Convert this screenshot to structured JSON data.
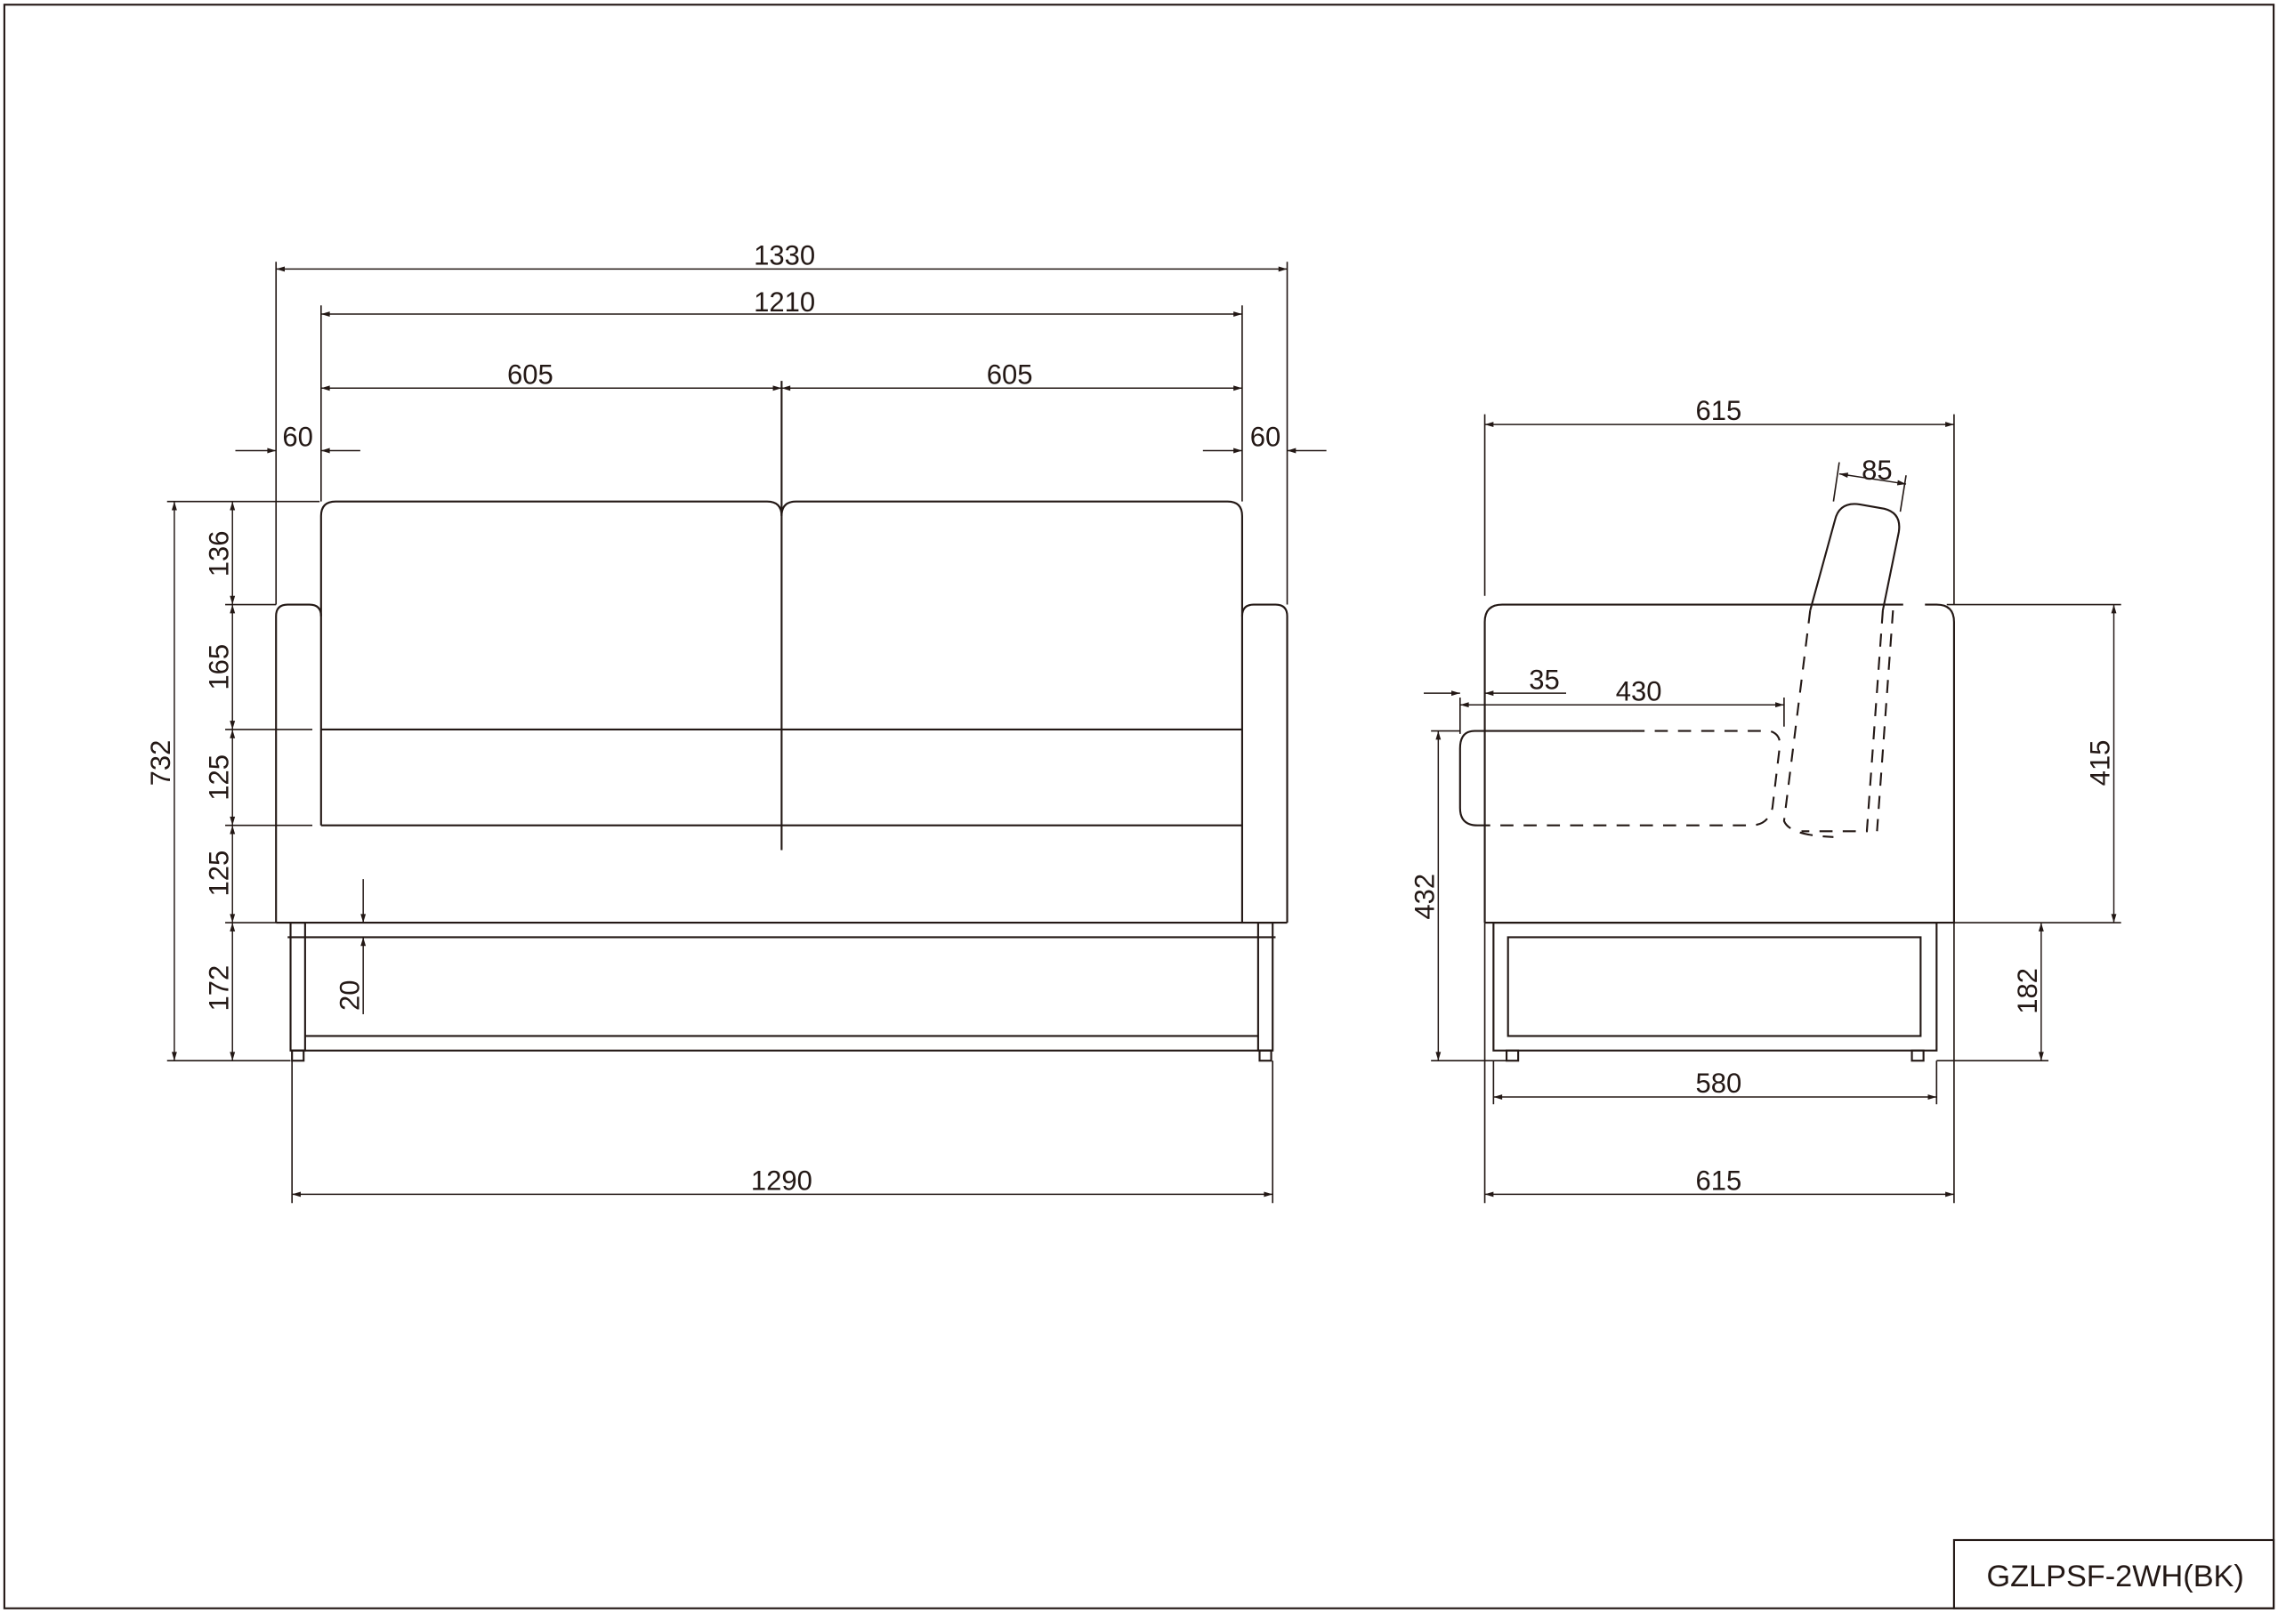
{
  "title_block": {
    "model": "GZLPSF-2WH(BK)"
  },
  "front_view": {
    "overall_width": "1330",
    "seat_width": "1210",
    "seat_left": "605",
    "seat_right": "605",
    "arm_left": "60",
    "arm_right": "60",
    "overall_height": "732",
    "h_back_top": "136",
    "h_arm_to_mid": "165",
    "h_mid": "125",
    "h_seat": "125",
    "h_base": "172",
    "rail": "20",
    "base_width": "1290"
  },
  "side_view": {
    "depth_top": "615",
    "back_thickness": "85",
    "offset": "35",
    "seat_depth": "430",
    "body_height": "415",
    "armrest_height": "432",
    "base_height": "182",
    "base_inner": "580",
    "depth_bottom": "615"
  }
}
